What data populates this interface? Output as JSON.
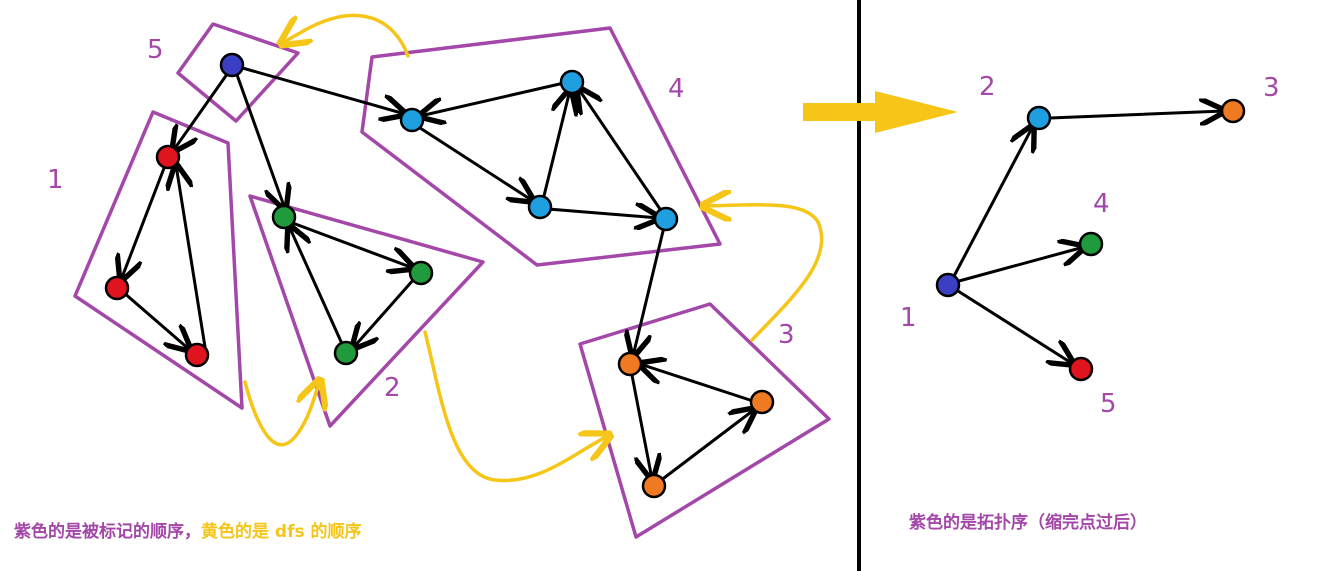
{
  "colors": {
    "purple": "#a347a8",
    "yellow": "#f5c518",
    "black": "#000000",
    "node_blue": "#1f9fe0",
    "node_darkblue": "#3a3fc4",
    "node_red": "#e0141e",
    "node_green": "#1f9a3c",
    "node_orange": "#f07a22"
  },
  "left": {
    "scc_labels": {
      "five": "5",
      "one": "1",
      "four": "4",
      "two": "2",
      "three": "3"
    },
    "caption_purple": "紫色的是被标记的顺序，",
    "caption_yellow": "黄色的是 dfs 的顺序"
  },
  "right": {
    "labels": {
      "two": "2",
      "three": "3",
      "four": "4",
      "one": "1",
      "five": "5"
    },
    "caption": "紫色的是拓扑序（缩完点过后）"
  }
}
